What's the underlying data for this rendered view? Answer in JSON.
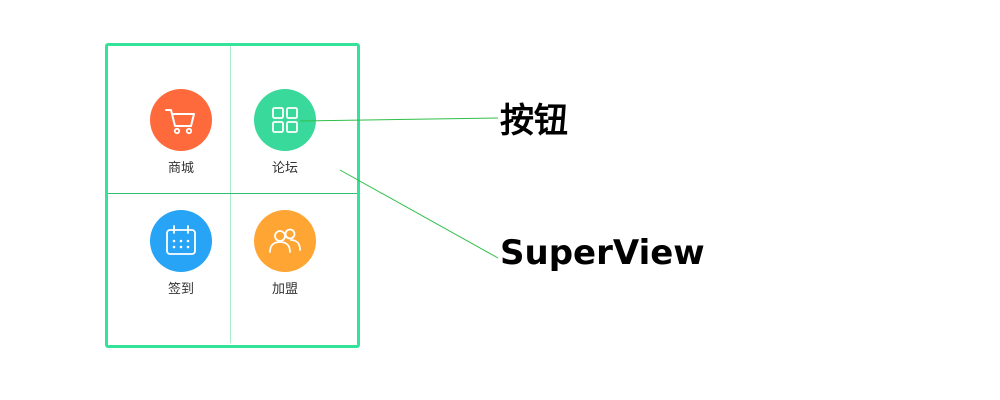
{
  "diagram": {
    "tiles": [
      {
        "label": "商城",
        "icon": "shopping-cart-icon",
        "color": "#ff6a3d"
      },
      {
        "label": "论坛",
        "icon": "grid-icon",
        "color": "#38d99a"
      },
      {
        "label": "签到",
        "icon": "calendar-icon",
        "color": "#27a4f5"
      },
      {
        "label": "加盟",
        "icon": "people-icon",
        "color": "#ffa534"
      }
    ],
    "callouts": {
      "button": "按钮",
      "superview": "SuperView"
    },
    "frame_color": "#34e29a",
    "connector_color": "#2fbf4a"
  }
}
